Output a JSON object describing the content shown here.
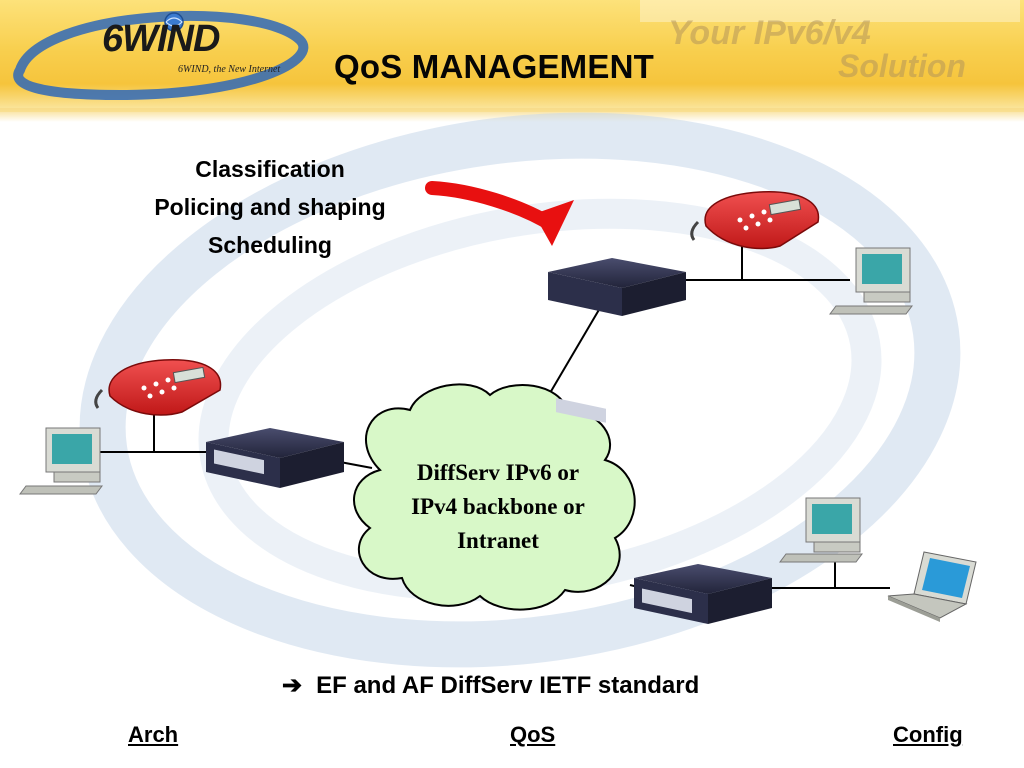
{
  "header": {
    "logo_text": "6WIND",
    "logo_tagline": "6WIND, the New Internet",
    "title": "QoS MANAGEMENT",
    "slogan_line1": "Your IPv6/v4",
    "slogan_line2": "Solution"
  },
  "diagram": {
    "functions": [
      "Classification",
      "Policing and shaping",
      "Scheduling"
    ],
    "cloud_label": [
      "DiffServ IPv6 or",
      "IPv4 backbone or",
      "Intranet"
    ]
  },
  "footer": {
    "note": "EF and AF DiffServ IETF standard",
    "note_icon": "arrow-right-icon",
    "links": [
      "Arch",
      "QoS",
      "Config"
    ]
  },
  "colors": {
    "header_gold": "#f6c43c",
    "arrow_red": "#e81010",
    "cloud_fill": "#d8f8c8",
    "phone_red": "#e02a2a",
    "router_body": "#2c2f4a",
    "monitor_screen": "#3aa6a8"
  }
}
